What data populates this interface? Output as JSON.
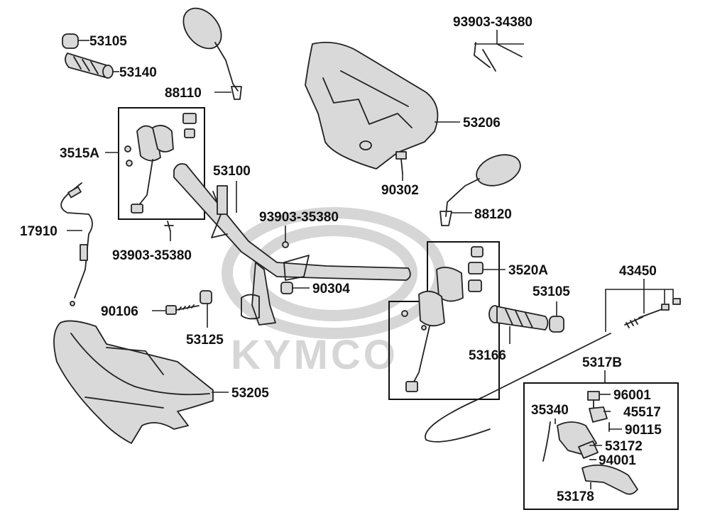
{
  "watermark": {
    "text": "KYMCO"
  },
  "labels": [
    {
      "id": "53105-top",
      "text": "53105"
    },
    {
      "id": "53140",
      "text": "53140"
    },
    {
      "id": "88110",
      "text": "88110"
    },
    {
      "id": "3515A",
      "text": "3515A"
    },
    {
      "id": "17910",
      "text": "17910"
    },
    {
      "id": "93903-35380-left",
      "text": "93903-35380"
    },
    {
      "id": "53100",
      "text": "53100"
    },
    {
      "id": "93903-35380-mid",
      "text": "93903-35380"
    },
    {
      "id": "90304",
      "text": "90304"
    },
    {
      "id": "90106",
      "text": "90106"
    },
    {
      "id": "53125",
      "text": "53125"
    },
    {
      "id": "53205",
      "text": "53205"
    },
    {
      "id": "93903-34380",
      "text": "93903-34380"
    },
    {
      "id": "53206",
      "text": "53206"
    },
    {
      "id": "90302",
      "text": "90302"
    },
    {
      "id": "88120",
      "text": "88120"
    },
    {
      "id": "3520A",
      "text": "3520A"
    },
    {
      "id": "53105-right",
      "text": "53105"
    },
    {
      "id": "53166",
      "text": "53166"
    },
    {
      "id": "43450",
      "text": "43450"
    },
    {
      "id": "5317B",
      "text": "5317B"
    },
    {
      "id": "96001",
      "text": "96001"
    },
    {
      "id": "35340",
      "text": "35340"
    },
    {
      "id": "45517",
      "text": "45517"
    },
    {
      "id": "90115",
      "text": "90115"
    },
    {
      "id": "53172",
      "text": "53172"
    },
    {
      "id": "94001",
      "text": "94001"
    },
    {
      "id": "53178",
      "text": "53178"
    }
  ]
}
